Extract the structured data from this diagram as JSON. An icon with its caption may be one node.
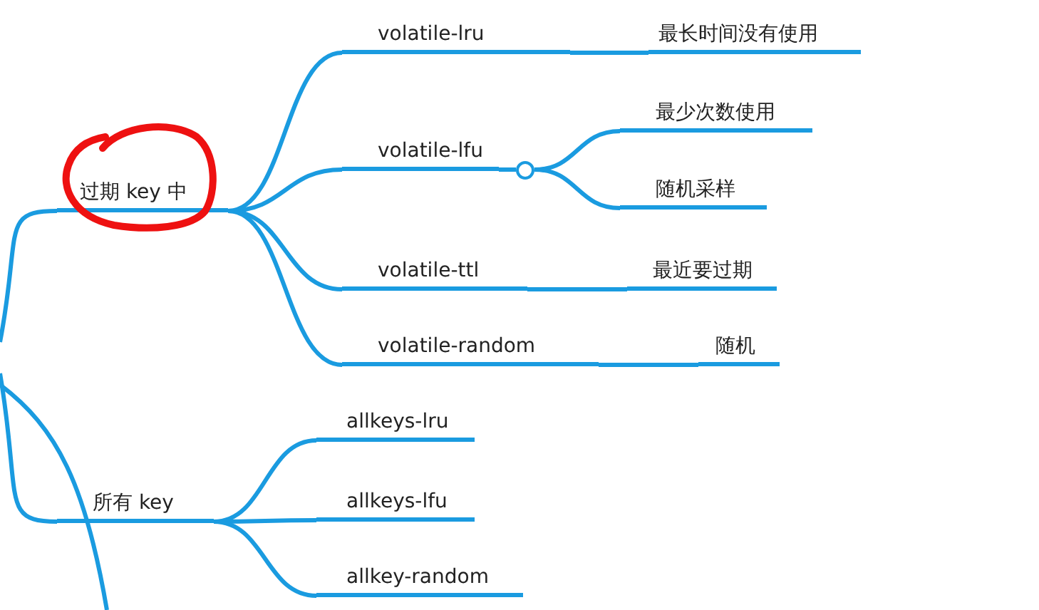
{
  "diagram": {
    "nodes": [
      {
        "text": [
          "过期 key 中"
        ]
      },
      {
        "text": [
          "volatile-lru"
        ]
      },
      {
        "text": [
          "最长时间没有使用"
        ]
      },
      {
        "text": [
          "volatile-lfu"
        ]
      },
      {
        "text": [],
        "shape": "circle"
      },
      {
        "text": [
          "最少次数使用"
        ]
      },
      {
        "text": [
          "随机采样"
        ]
      },
      {
        "text": [
          "volatile-ttl"
        ]
      },
      {
        "text": [
          "最近要过期"
        ]
      },
      {
        "text": [
          "volatile-random"
        ]
      },
      {
        "text": [
          "随机"
        ]
      },
      {
        "text": [
          "所有 key"
        ]
      },
      {
        "text": [
          "allkeys-lru"
        ]
      },
      {
        "text": [
          "allkeys-lfu"
        ]
      },
      {
        "text": [
          "allkey-random"
        ]
      }
    ],
    "edges": [
      {
        "from": null,
        "to": 0,
        "arrow": "none"
      },
      {
        "from": 0,
        "to": 1,
        "arrow": "none"
      },
      {
        "from": 0,
        "to": 3,
        "arrow": "none"
      },
      {
        "from": 0,
        "to": 7,
        "arrow": "none"
      },
      {
        "from": 0,
        "to": 9,
        "arrow": "none"
      },
      {
        "from": 1,
        "to": 2,
        "arrow": "none"
      },
      {
        "from": 3,
        "to": 4,
        "arrow": "none"
      },
      {
        "from": 4,
        "to": 5,
        "arrow": "none"
      },
      {
        "from": 4,
        "to": 6,
        "arrow": "none"
      },
      {
        "from": 7,
        "to": 8,
        "arrow": "none"
      },
      {
        "from": 9,
        "to": 10,
        "arrow": "none"
      },
      {
        "from": null,
        "to": 11,
        "arrow": "none"
      },
      {
        "from": 11,
        "to": 12,
        "arrow": "none"
      },
      {
        "from": 11,
        "to": 13,
        "arrow": "none"
      },
      {
        "from": 11,
        "to": 14,
        "arrow": "none"
      }
    ]
  }
}
